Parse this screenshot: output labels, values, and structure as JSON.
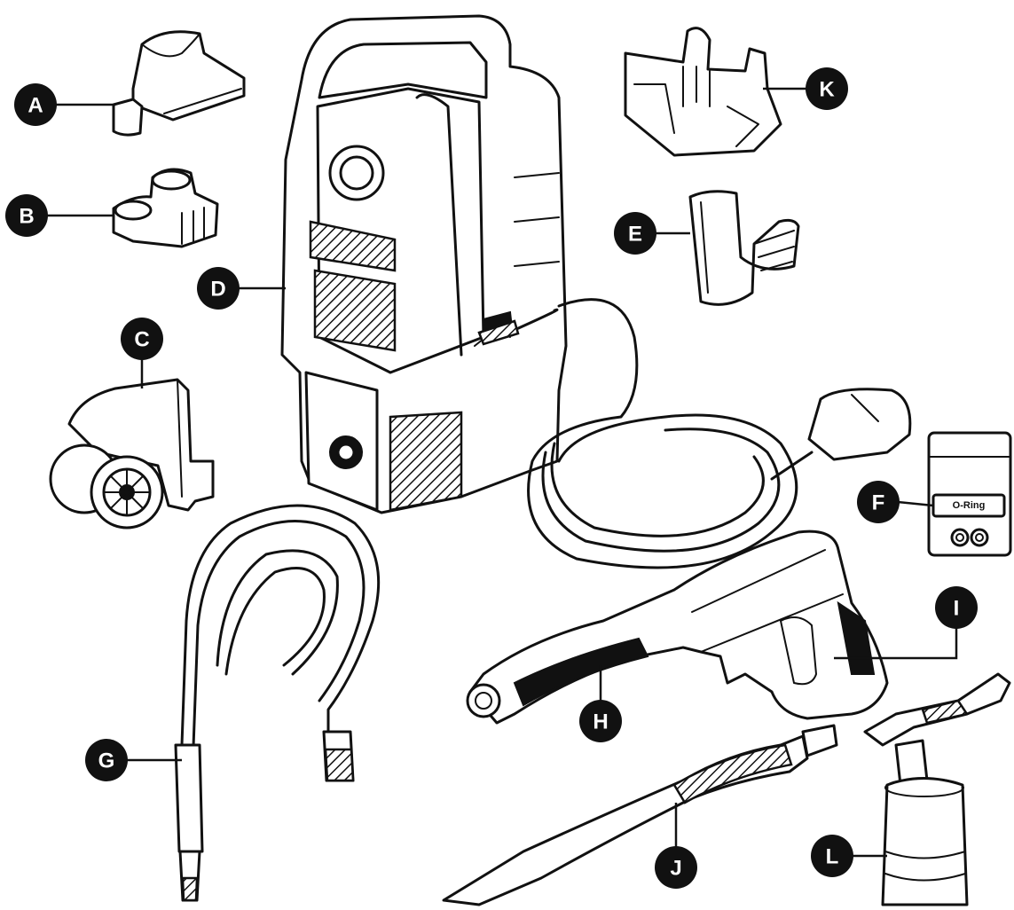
{
  "parts": [
    {
      "id": "A",
      "name": "nozzle-holder-clip"
    },
    {
      "id": "B",
      "name": "hose-clip"
    },
    {
      "id": "C",
      "name": "wheel-assembly"
    },
    {
      "id": "D",
      "name": "pressure-washer-main-unit"
    },
    {
      "id": "E",
      "name": "cord-hook"
    },
    {
      "id": "F",
      "name": "o-ring-pack"
    },
    {
      "id": "G",
      "name": "inlet-hose"
    },
    {
      "id": "H",
      "name": "outlet-hose"
    },
    {
      "id": "I",
      "name": "spray-gun"
    },
    {
      "id": "J",
      "name": "lance"
    },
    {
      "id": "K",
      "name": "accessory-holder"
    },
    {
      "id": "L",
      "name": "foam-bottle"
    }
  ],
  "oring_card_label": "O-Ring"
}
